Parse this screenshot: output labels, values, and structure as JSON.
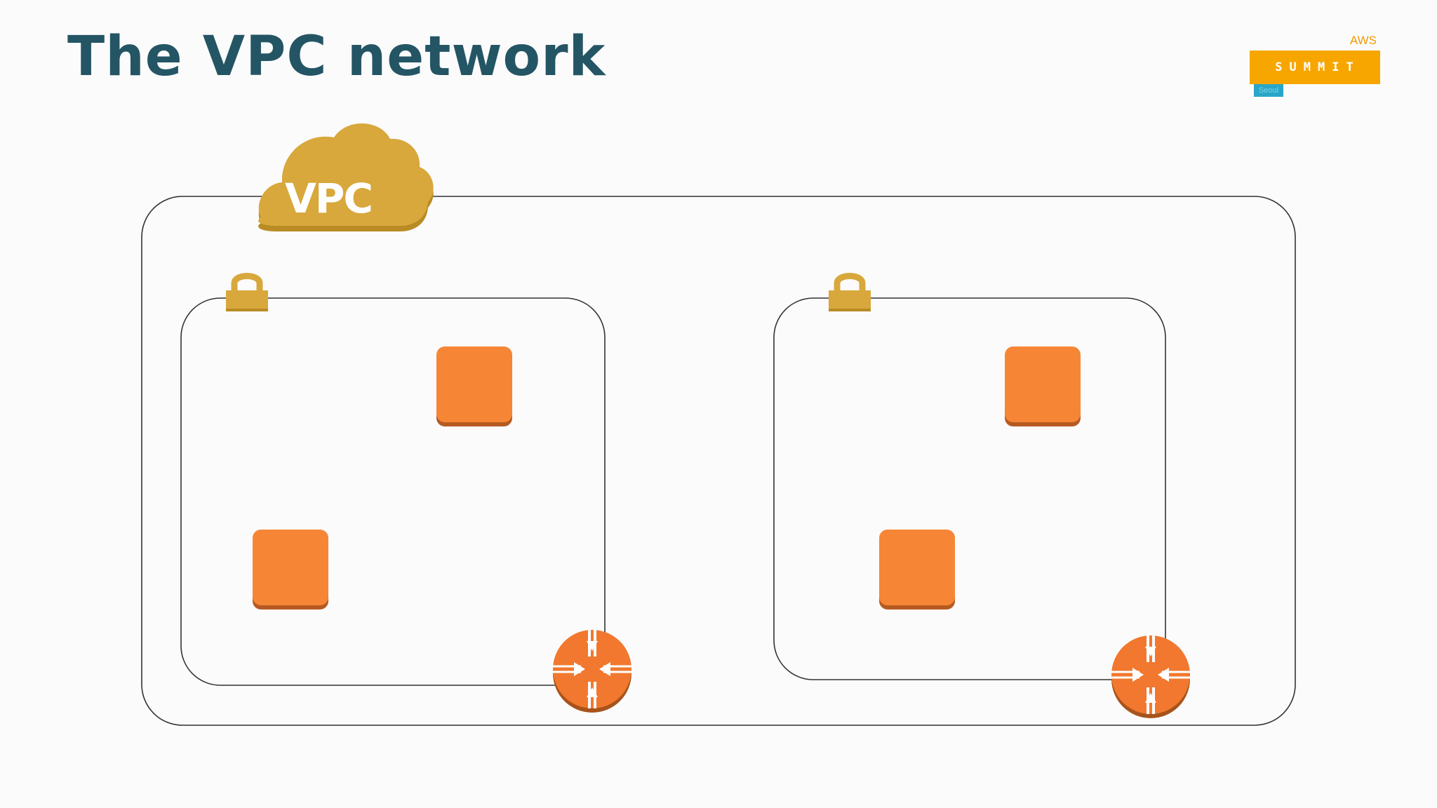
{
  "slide": {
    "title": "The VPC network"
  },
  "logo": {
    "brand": "AWS",
    "event": "SUMMIT",
    "city": "Seoul"
  },
  "diagram": {
    "vpc_label": "VPC",
    "colors": {
      "outline": "#333333",
      "vpc_gold": "#d8a83c",
      "vpc_gold_dark": "#b98b24",
      "lock_gold": "#d8a83c",
      "instance_orange": "#f68636",
      "instance_shadow": "#b65a22",
      "router_orange": "#f1782e",
      "router_shadow": "#a8531c"
    },
    "icons": {
      "cloud": "vpc-cloud-icon",
      "lock": "lock-icon",
      "instance": "instance-icon",
      "router": "router-icon"
    }
  }
}
